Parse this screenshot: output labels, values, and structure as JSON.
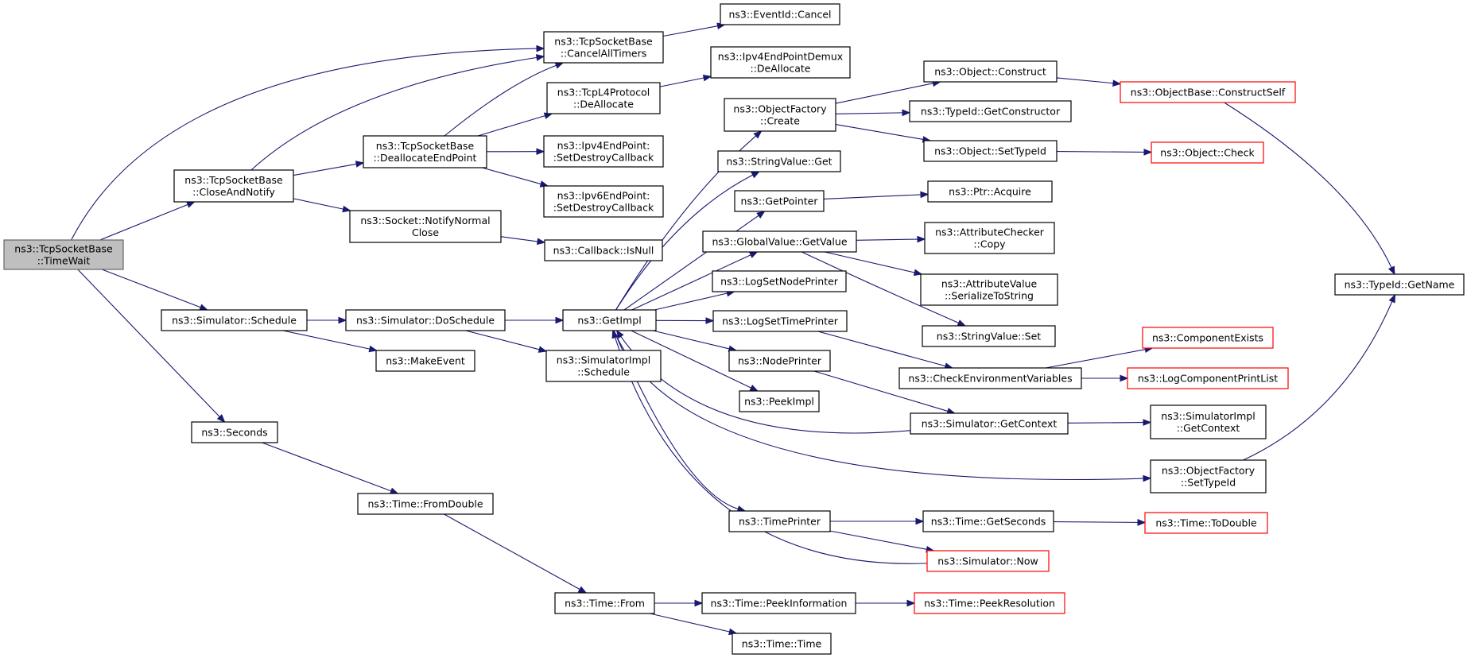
{
  "colors": {
    "edge": "#191970",
    "root_fill": "#bfbfbf",
    "truncated_border": "#ff0000",
    "node_border": "#000000"
  },
  "nodes": [
    {
      "id": "timewait",
      "lines": [
        "ns3::TcpSocketBase",
        "::TimeWait"
      ],
      "style": "root"
    },
    {
      "id": "closeandnotify",
      "lines": [
        "ns3::TcpSocketBase",
        "::CloseAndNotify"
      ]
    },
    {
      "id": "cancelalltimers",
      "lines": [
        "ns3::TcpSocketBase",
        "::CancelAllTimers"
      ]
    },
    {
      "id": "eventidcancel",
      "lines": [
        "ns3::EventId::Cancel"
      ]
    },
    {
      "id": "ipv4demuxdealloc",
      "lines": [
        "ns3::Ipv4EndPointDemux",
        "::DeAllocate"
      ]
    },
    {
      "id": "tcpl4dealloc",
      "lines": [
        "ns3::TcpL4Protocol",
        "::DeAllocate"
      ]
    },
    {
      "id": "deallocendpoint",
      "lines": [
        "ns3::TcpSocketBase",
        "::DeallocateEndPoint"
      ]
    },
    {
      "id": "ipv4setdestroy",
      "lines": [
        "ns3::Ipv4EndPoint:",
        ":SetDestroyCallback"
      ]
    },
    {
      "id": "ipv6setdestroy",
      "lines": [
        "ns3::Ipv6EndPoint:",
        ":SetDestroyCallback"
      ]
    },
    {
      "id": "notifynormalclose",
      "lines": [
        "ns3::Socket::NotifyNormal",
        "Close"
      ]
    },
    {
      "id": "callbackisnull",
      "lines": [
        "ns3::Callback::IsNull"
      ]
    },
    {
      "id": "simschedule",
      "lines": [
        "ns3::Simulator::Schedule"
      ]
    },
    {
      "id": "simdoschedule",
      "lines": [
        "ns3::Simulator::DoSchedule"
      ]
    },
    {
      "id": "makeevent",
      "lines": [
        "ns3::MakeEvent"
      ]
    },
    {
      "id": "simimplschedule",
      "lines": [
        "ns3::SimulatorImpl",
        "::Schedule"
      ]
    },
    {
      "id": "getimpl",
      "lines": [
        "ns3::GetImpl"
      ]
    },
    {
      "id": "seconds",
      "lines": [
        "ns3::Seconds"
      ]
    },
    {
      "id": "timefromdouble",
      "lines": [
        "ns3::Time::FromDouble"
      ]
    },
    {
      "id": "timefrom",
      "lines": [
        "ns3::Time::From"
      ]
    },
    {
      "id": "timepeekinfo",
      "lines": [
        "ns3::Time::PeekInformation"
      ]
    },
    {
      "id": "timetime",
      "lines": [
        "ns3::Time::Time"
      ]
    },
    {
      "id": "timepeekres",
      "lines": [
        "ns3::Time::PeekResolution"
      ],
      "style": "trunc"
    },
    {
      "id": "objfactorycreate",
      "lines": [
        "ns3::ObjectFactory",
        "::Create"
      ]
    },
    {
      "id": "stringvalueget",
      "lines": [
        "ns3::StringValue::Get"
      ]
    },
    {
      "id": "getpointer",
      "lines": [
        "ns3::GetPointer"
      ]
    },
    {
      "id": "globalvaluegetvalue",
      "lines": [
        "ns3::GlobalValue::GetValue"
      ]
    },
    {
      "id": "logsetnodeprinter",
      "lines": [
        "ns3::LogSetNodePrinter"
      ]
    },
    {
      "id": "logsettimeprinter",
      "lines": [
        "ns3::LogSetTimePrinter"
      ]
    },
    {
      "id": "nodeprinter",
      "lines": [
        "ns3::NodePrinter"
      ]
    },
    {
      "id": "peekimpl",
      "lines": [
        "ns3::PeekImpl"
      ]
    },
    {
      "id": "timeprinter",
      "lines": [
        "ns3::TimePrinter"
      ]
    },
    {
      "id": "objectconstruct",
      "lines": [
        "ns3::Object::Construct"
      ]
    },
    {
      "id": "typeidgetconstructor",
      "lines": [
        "ns3::TypeId::GetConstructor"
      ]
    },
    {
      "id": "objectsettypeid",
      "lines": [
        "ns3::Object::SetTypeId"
      ]
    },
    {
      "id": "objectbaseconstructself",
      "lines": [
        "ns3::ObjectBase::ConstructSelf"
      ],
      "style": "trunc"
    },
    {
      "id": "objectcheck",
      "lines": [
        "ns3::Object::Check"
      ],
      "style": "trunc"
    },
    {
      "id": "ptracquire",
      "lines": [
        "ns3::Ptr::Acquire"
      ]
    },
    {
      "id": "attrcheckercopy",
      "lines": [
        "ns3::AttributeChecker",
        "::Copy"
      ]
    },
    {
      "id": "attrvalueserialize",
      "lines": [
        "ns3::AttributeValue",
        "::SerializeToString"
      ]
    },
    {
      "id": "stringvalueset",
      "lines": [
        "ns3::StringValue::Set"
      ]
    },
    {
      "id": "checkenvvars",
      "lines": [
        "ns3::CheckEnvironmentVariables"
      ]
    },
    {
      "id": "componentexists",
      "lines": [
        "ns3::ComponentExists"
      ],
      "style": "trunc"
    },
    {
      "id": "logcomponentprintlist",
      "lines": [
        "ns3::LogComponentPrintList"
      ],
      "style": "trunc"
    },
    {
      "id": "simgetcontext",
      "lines": [
        "ns3::Simulator::GetContext"
      ]
    },
    {
      "id": "simimplgetcontext",
      "lines": [
        "ns3::SimulatorImpl",
        "::GetContext"
      ]
    },
    {
      "id": "objfactorysettypeid",
      "lines": [
        "ns3::ObjectFactory",
        "::SetTypeId"
      ]
    },
    {
      "id": "timegetseconds",
      "lines": [
        "ns3::Time::GetSeconds"
      ]
    },
    {
      "id": "timetodouble",
      "lines": [
        "ns3::Time::ToDouble"
      ],
      "style": "trunc"
    },
    {
      "id": "simnow",
      "lines": [
        "ns3::Simulator::Now"
      ],
      "style": "trunc"
    },
    {
      "id": "typeidgetname",
      "lines": [
        "ns3::TypeId::GetName"
      ]
    }
  ],
  "edges": [
    [
      "timewait",
      "cancelalltimers"
    ],
    [
      "timewait",
      "closeandnotify"
    ],
    [
      "timewait",
      "simschedule"
    ],
    [
      "timewait",
      "seconds"
    ],
    [
      "closeandnotify",
      "cancelalltimers"
    ],
    [
      "closeandnotify",
      "deallocendpoint"
    ],
    [
      "closeandnotify",
      "notifynormalclose"
    ],
    [
      "cancelalltimers",
      "eventidcancel"
    ],
    [
      "deallocendpoint",
      "cancelalltimers"
    ],
    [
      "deallocendpoint",
      "tcpl4dealloc"
    ],
    [
      "deallocendpoint",
      "ipv4setdestroy"
    ],
    [
      "deallocendpoint",
      "ipv6setdestroy"
    ],
    [
      "tcpl4dealloc",
      "ipv4demuxdealloc"
    ],
    [
      "notifynormalclose",
      "callbackisnull"
    ],
    [
      "simschedule",
      "simdoschedule"
    ],
    [
      "simschedule",
      "makeevent"
    ],
    [
      "simdoschedule",
      "getimpl"
    ],
    [
      "simdoschedule",
      "simimplschedule"
    ],
    [
      "getimpl",
      "objfactorycreate"
    ],
    [
      "getimpl",
      "stringvalueget"
    ],
    [
      "getimpl",
      "getpointer"
    ],
    [
      "getimpl",
      "globalvaluegetvalue"
    ],
    [
      "getimpl",
      "logsetnodeprinter"
    ],
    [
      "getimpl",
      "logsettimeprinter"
    ],
    [
      "getimpl",
      "nodeprinter"
    ],
    [
      "getimpl",
      "peekimpl"
    ],
    [
      "getimpl",
      "timeprinter"
    ],
    [
      "getimpl",
      "objfactorysettypeid"
    ],
    [
      "simgetcontext",
      "getimpl"
    ],
    [
      "simnow",
      "getimpl"
    ],
    [
      "seconds",
      "timefromdouble"
    ],
    [
      "timefromdouble",
      "timefrom"
    ],
    [
      "timefrom",
      "timepeekinfo"
    ],
    [
      "timefrom",
      "timetime"
    ],
    [
      "timepeekinfo",
      "timepeekres"
    ],
    [
      "objfactorycreate",
      "objectconstruct"
    ],
    [
      "objfactorycreate",
      "typeidgetconstructor"
    ],
    [
      "objfactorycreate",
      "objectsettypeid"
    ],
    [
      "objectconstruct",
      "objectbaseconstructself"
    ],
    [
      "objectsettypeid",
      "objectcheck"
    ],
    [
      "objectbaseconstructself",
      "typeidgetname"
    ],
    [
      "objfactorysettypeid",
      "typeidgetname"
    ],
    [
      "getpointer",
      "ptracquire"
    ],
    [
      "globalvaluegetvalue",
      "attrcheckercopy"
    ],
    [
      "globalvaluegetvalue",
      "attrvalueserialize"
    ],
    [
      "globalvaluegetvalue",
      "stringvalueset"
    ],
    [
      "logsettimeprinter",
      "checkenvvars"
    ],
    [
      "checkenvvars",
      "componentexists"
    ],
    [
      "checkenvvars",
      "logcomponentprintlist"
    ],
    [
      "nodeprinter",
      "simgetcontext"
    ],
    [
      "simgetcontext",
      "simimplgetcontext"
    ],
    [
      "timeprinter",
      "timegetseconds"
    ],
    [
      "timeprinter",
      "simnow"
    ],
    [
      "timegetseconds",
      "timetodouble"
    ]
  ]
}
